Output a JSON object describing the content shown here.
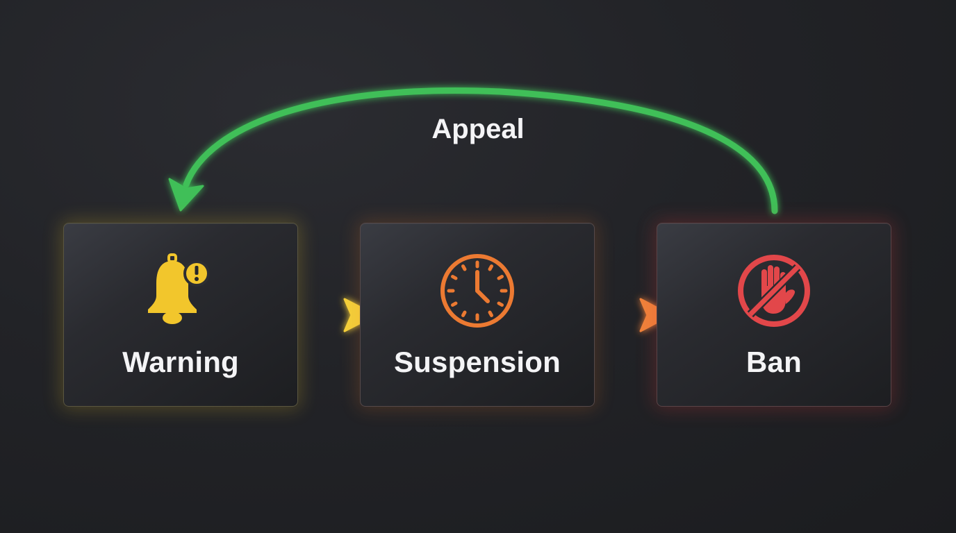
{
  "diagram": {
    "nodes": [
      {
        "id": "warning",
        "label": "Warning",
        "icon": "bell-alert-icon",
        "color": "#f2c62c"
      },
      {
        "id": "suspension",
        "label": "Suspension",
        "icon": "clock-icon",
        "color": "#ec7a32"
      },
      {
        "id": "ban",
        "label": "Ban",
        "icon": "prohibited-hand-icon",
        "color": "#e2474a"
      }
    ],
    "edges": [
      {
        "from": "warning",
        "to": "suspension",
        "color": "#f0cc36"
      },
      {
        "from": "suspension",
        "to": "ban",
        "color": "#ee7f30"
      },
      {
        "from": "ban",
        "to": "warning",
        "label": "Appeal",
        "color": "#3fc45c"
      }
    ],
    "background": "#222327"
  }
}
